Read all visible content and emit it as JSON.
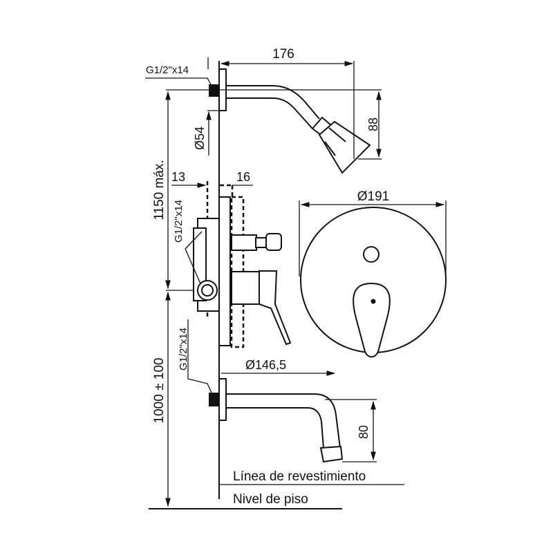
{
  "dimensions": {
    "arm_length": "176",
    "thread_top": "G1/2\"x14",
    "head_drop": "88",
    "flange_diameter": "Ø54",
    "height_max": "1150 máx.",
    "offset_13": "13",
    "offset_16": "16",
    "thread_valve": "G1/2\"x14",
    "plate_diameter": "Ø191",
    "height_spout": "1000 ± 100",
    "thread_spout": "G1/2\"x14",
    "spout_diameter": "Ø146,5",
    "spout_drop": "80"
  },
  "labels": {
    "finish_line": "Línea de revestimiento",
    "floor_level": "Nivel de piso"
  }
}
